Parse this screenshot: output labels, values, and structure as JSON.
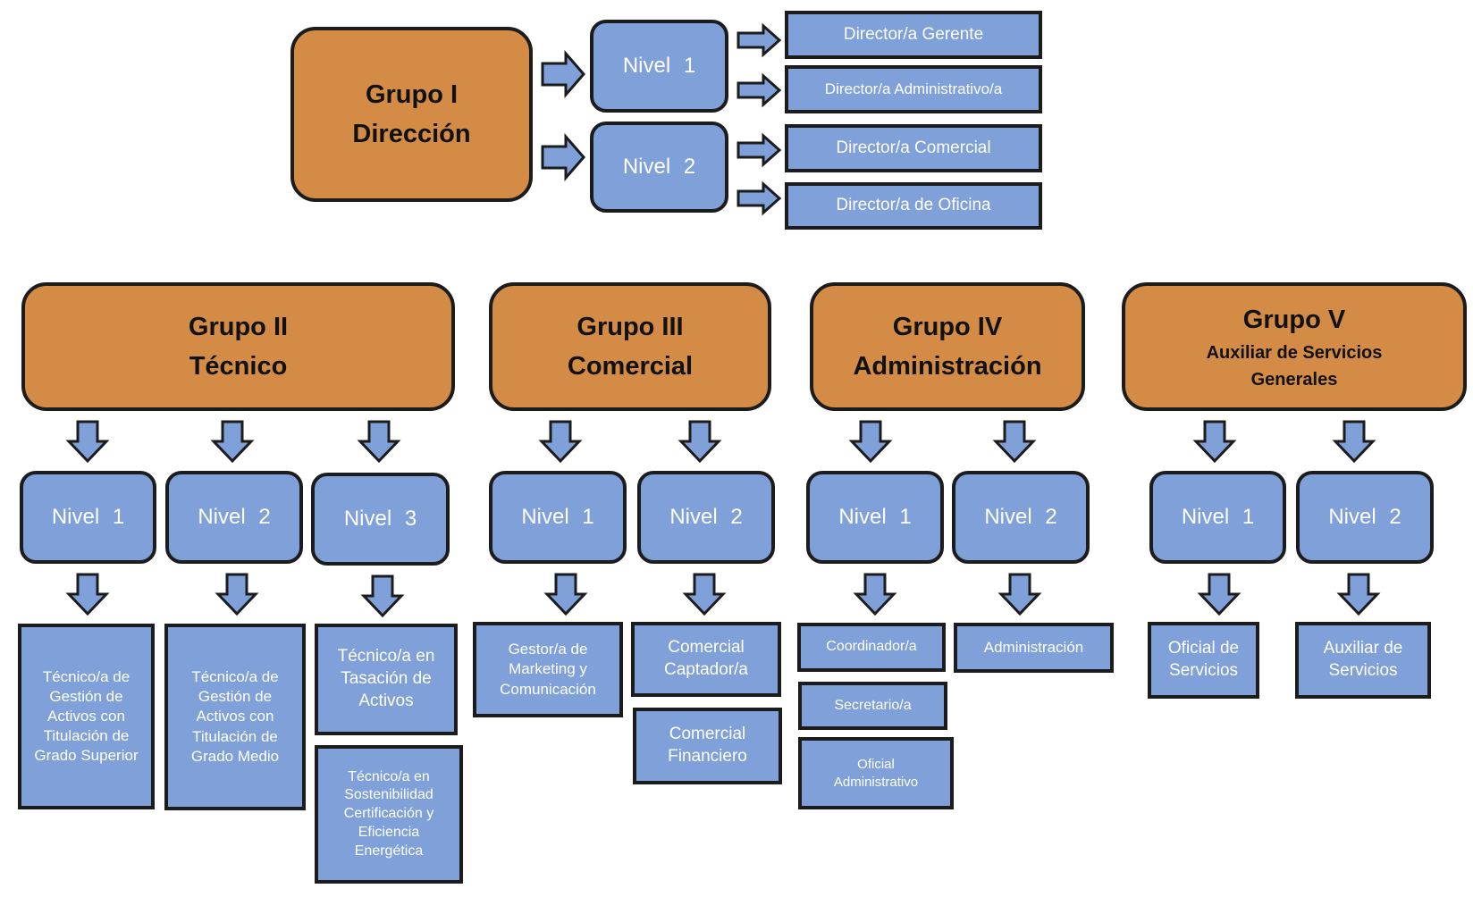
{
  "groups": [
    {
      "title": "Grupo I",
      "name": "Dirección",
      "subtitle": "",
      "levels": [
        {
          "label": "Nivel 1",
          "roles": [
            "Director/a Gerente",
            "Director/a Administrativo/a"
          ]
        },
        {
          "label": "Nivel 2",
          "roles": [
            "Director/a Comercial",
            "Director/a de Oficina"
          ]
        }
      ]
    },
    {
      "title": "Grupo II",
      "name": "Técnico",
      "subtitle": "",
      "levels": [
        {
          "label": "Nivel 1",
          "roles": [
            "Técnico/a de Gestión de Activos con Titulación de Grado Superior"
          ]
        },
        {
          "label": "Nivel 2",
          "roles": [
            "Técnico/a de Gestión de Activos con Titulación de Grado Medio"
          ]
        },
        {
          "label": "Nivel 3",
          "roles": [
            "Técnico/a en Tasación de Activos",
            "Técnico/a en Sostenibilidad Certificación y Eficiencia Energética"
          ]
        }
      ]
    },
    {
      "title": "Grupo III",
      "name": "Comercial",
      "subtitle": "",
      "levels": [
        {
          "label": "Nivel 1",
          "roles": [
            "Gestor/a de Marketing y Comunicación"
          ]
        },
        {
          "label": "Nivel 2",
          "roles": [
            "Comercial Captador/a",
            "Comercial Financiero"
          ]
        }
      ]
    },
    {
      "title": "Grupo IV",
      "name": "Administración",
      "subtitle": "",
      "levels": [
        {
          "label": "Nivel 1",
          "roles": [
            "Coordinador/a",
            "Secretario/a",
            "Oficial Administrativo"
          ]
        },
        {
          "label": "Nivel 2",
          "roles": [
            "Administración"
          ]
        }
      ]
    },
    {
      "title": "Grupo V",
      "name": "",
      "subtitle": "Auxiliar de Servicios Generales",
      "levels": [
        {
          "label": "Nivel 1",
          "roles": [
            "Oficial de Servicios"
          ]
        },
        {
          "label": "Nivel 2",
          "roles": [
            "Auxiliar de Servicios"
          ]
        }
      ]
    }
  ],
  "colors": {
    "group_fill": "#d38b46",
    "level_fill": "#7fa0d8",
    "border": "#1c1c1c"
  }
}
